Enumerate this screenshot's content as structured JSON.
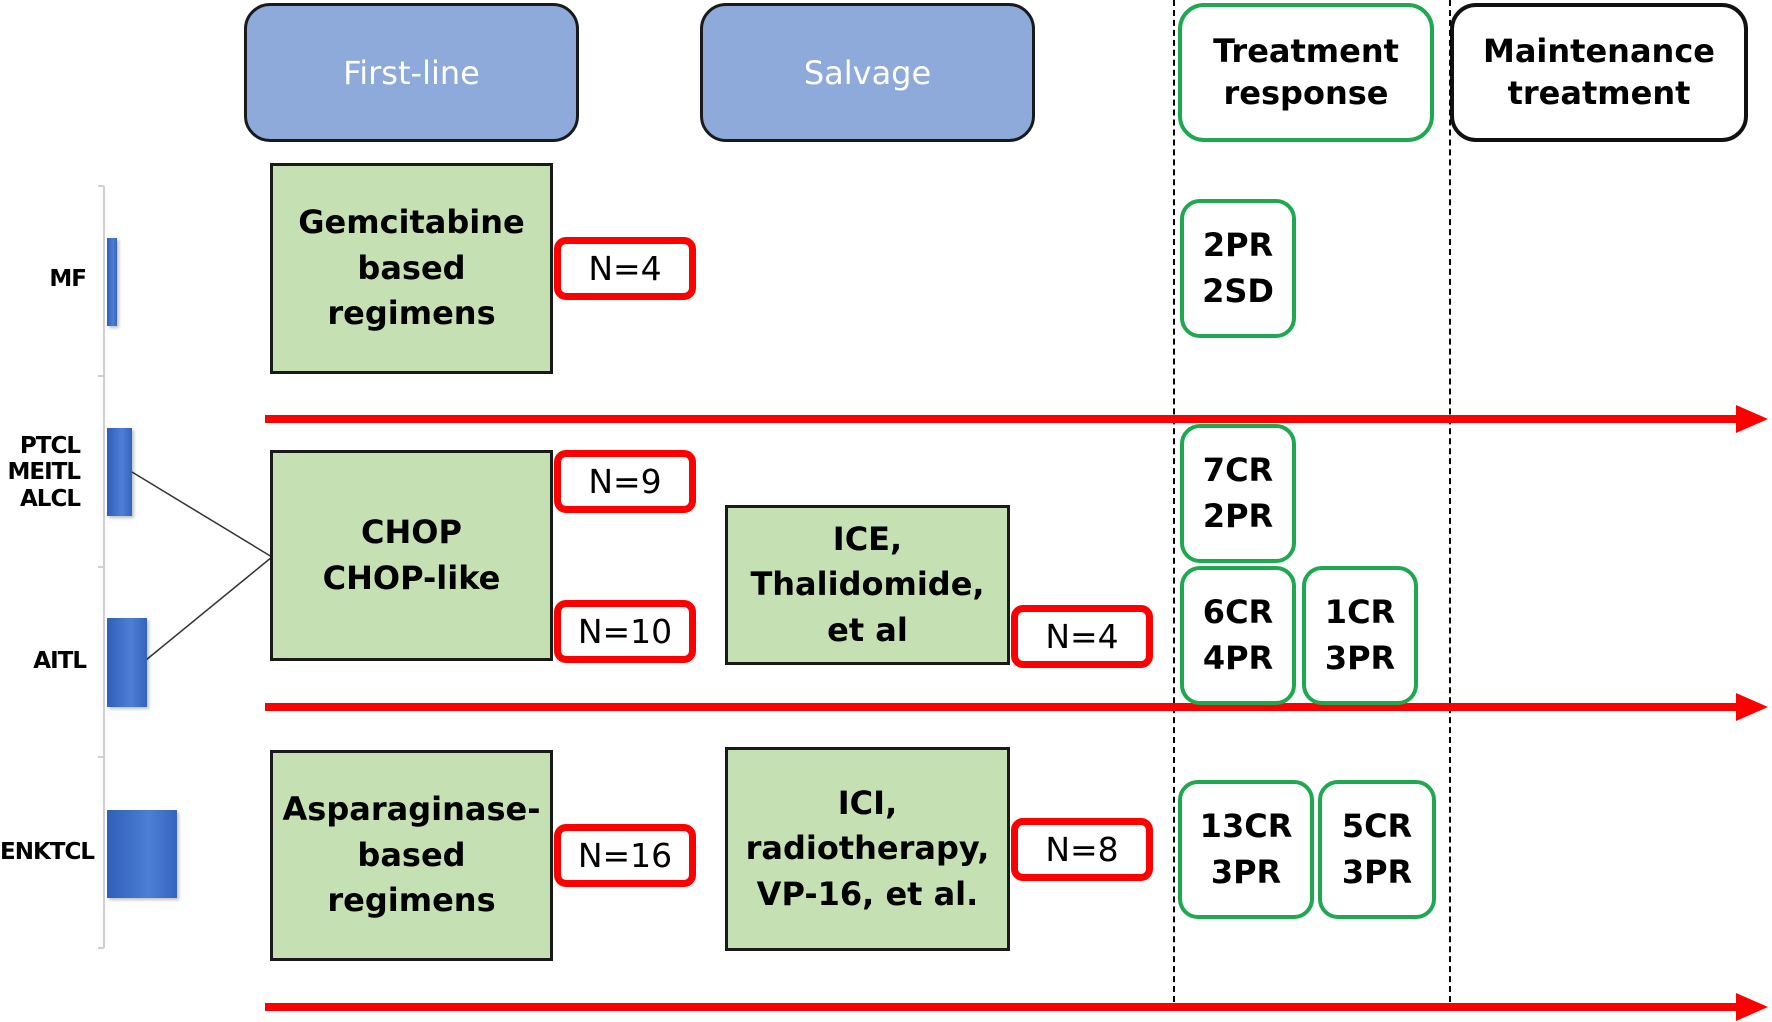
{
  "headers": {
    "first_line": "First-line",
    "salvage": "Salvage",
    "treatment_response": "Treatment response",
    "maintenance_treatment": "Maintenance treatment"
  },
  "y_labels": {
    "mf": "MF",
    "ptcl_group": "PTCL\nMEITL\nALCL",
    "aitl": "AITL",
    "enktcl": "ENKTCL"
  },
  "rows": {
    "mf": {
      "first_line": "Gemcitabine based regimens",
      "first_line_n": "N=4",
      "response": "2PR\n2SD"
    },
    "ptcl": {
      "first_line": "CHOP\nCHOP-like",
      "first_line_n_ptcl": "N=9",
      "first_line_n_aitl": "N=10",
      "salvage": "ICE,\nThalidomide,\net al",
      "salvage_n": "N=4",
      "response_ptcl": "7CR\n2PR",
      "response_aitl": "6CR\n4PR",
      "response_salvage": "1CR\n3PR"
    },
    "enktcl": {
      "first_line": "Asparaginase-\nbased\nregimens",
      "first_line_n": "N=16",
      "salvage": "ICI,\nradiotherapy,\nVP-16, et al.",
      "salvage_n": "N=8",
      "response_first": "13CR\n3PR",
      "response_salvage": "5CR\n3PR"
    }
  },
  "colors": {
    "header_blue": "#8eaadb",
    "regimen_green": "#c5e0b3",
    "count_red": "#ff0000",
    "response_green": "#1ea84f",
    "bar_blue": "#3b6cc8"
  }
}
